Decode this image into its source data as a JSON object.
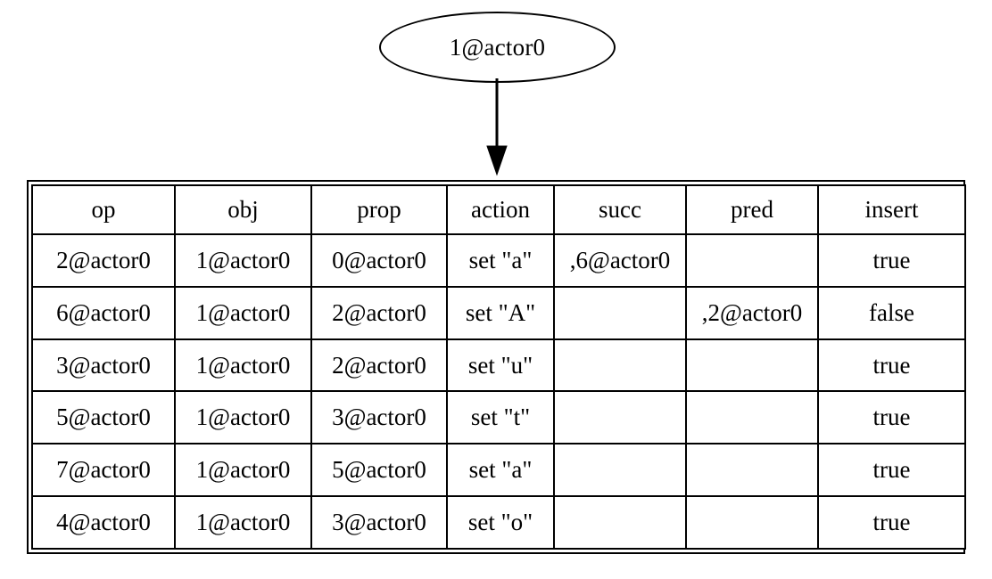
{
  "diagram": {
    "node": {
      "label": "1@actor0"
    },
    "edge": {
      "from": "1@actor0",
      "to": "table",
      "arrowhead": "normal-arrowhead-icon"
    },
    "table": {
      "columns": [
        "op",
        "obj",
        "prop",
        "action",
        "succ",
        "pred",
        "insert"
      ],
      "rows": [
        {
          "op": "2@actor0",
          "obj": "1@actor0",
          "prop": "0@actor0",
          "action": "set \"a\"",
          "succ": ",6@actor0",
          "pred": "",
          "insert": "true"
        },
        {
          "op": "6@actor0",
          "obj": "1@actor0",
          "prop": "2@actor0",
          "action": "set \"A\"",
          "succ": "",
          "pred": ",2@actor0",
          "insert": "false"
        },
        {
          "op": "3@actor0",
          "obj": "1@actor0",
          "prop": "2@actor0",
          "action": "set \"u\"",
          "succ": "",
          "pred": "",
          "insert": "true"
        },
        {
          "op": "5@actor0",
          "obj": "1@actor0",
          "prop": "3@actor0",
          "action": "set \"t\"",
          "succ": "",
          "pred": "",
          "insert": "true"
        },
        {
          "op": "7@actor0",
          "obj": "1@actor0",
          "prop": "5@actor0",
          "action": "set \"a\"",
          "succ": "",
          "pred": "",
          "insert": "true"
        },
        {
          "op": "4@actor0",
          "obj": "1@actor0",
          "prop": "3@actor0",
          "action": "set \"o\"",
          "succ": "",
          "pred": "",
          "insert": "true"
        }
      ]
    },
    "colors": {
      "stroke": "#000000",
      "fill": "#ffffff",
      "text": "#000000"
    }
  }
}
